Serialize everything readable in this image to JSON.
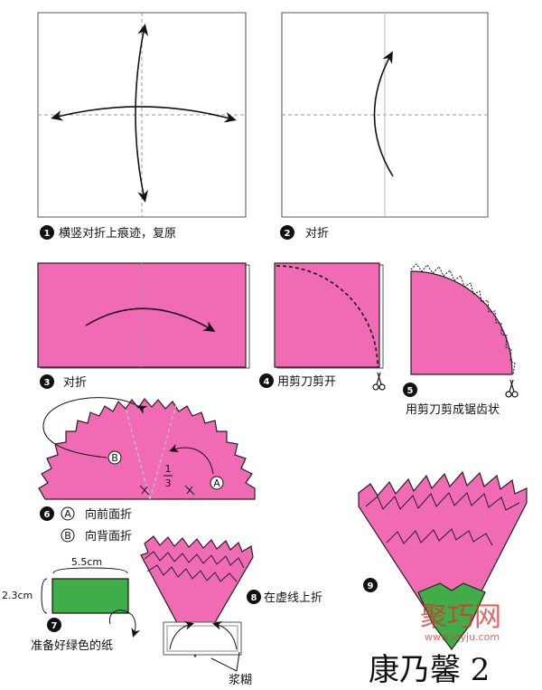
{
  "steps": [
    {
      "num": "1",
      "caption": "横竖对折上痕迹，复原"
    },
    {
      "num": "2",
      "caption": "对折"
    },
    {
      "num": "3",
      "caption": "对折"
    },
    {
      "num": "4",
      "caption": "用剪刀剪开"
    },
    {
      "num": "5",
      "caption": "用剪刀剪成锯齿状"
    },
    {
      "num": "6",
      "caption_a": "向前面折",
      "caption_b": "向背面折"
    },
    {
      "num": "7",
      "caption": "准备好绿色的纸"
    },
    {
      "num": "8",
      "caption": "在虚线上折"
    },
    {
      "num": "9",
      "caption": ""
    }
  ],
  "marks": {
    "a": "A",
    "b": "B",
    "fraction_top": "1",
    "fraction_bottom": "3"
  },
  "green_paper": {
    "width": "5.5cm",
    "height": "2.3cm"
  },
  "glue_label": "浆糊",
  "title": "康乃馨 2",
  "watermark": {
    "text": "聚巧网",
    "url": "www.jqyju.com"
  },
  "colors": {
    "pink": "#f06bb4",
    "green": "#3fae49",
    "outline": "#222222"
  }
}
